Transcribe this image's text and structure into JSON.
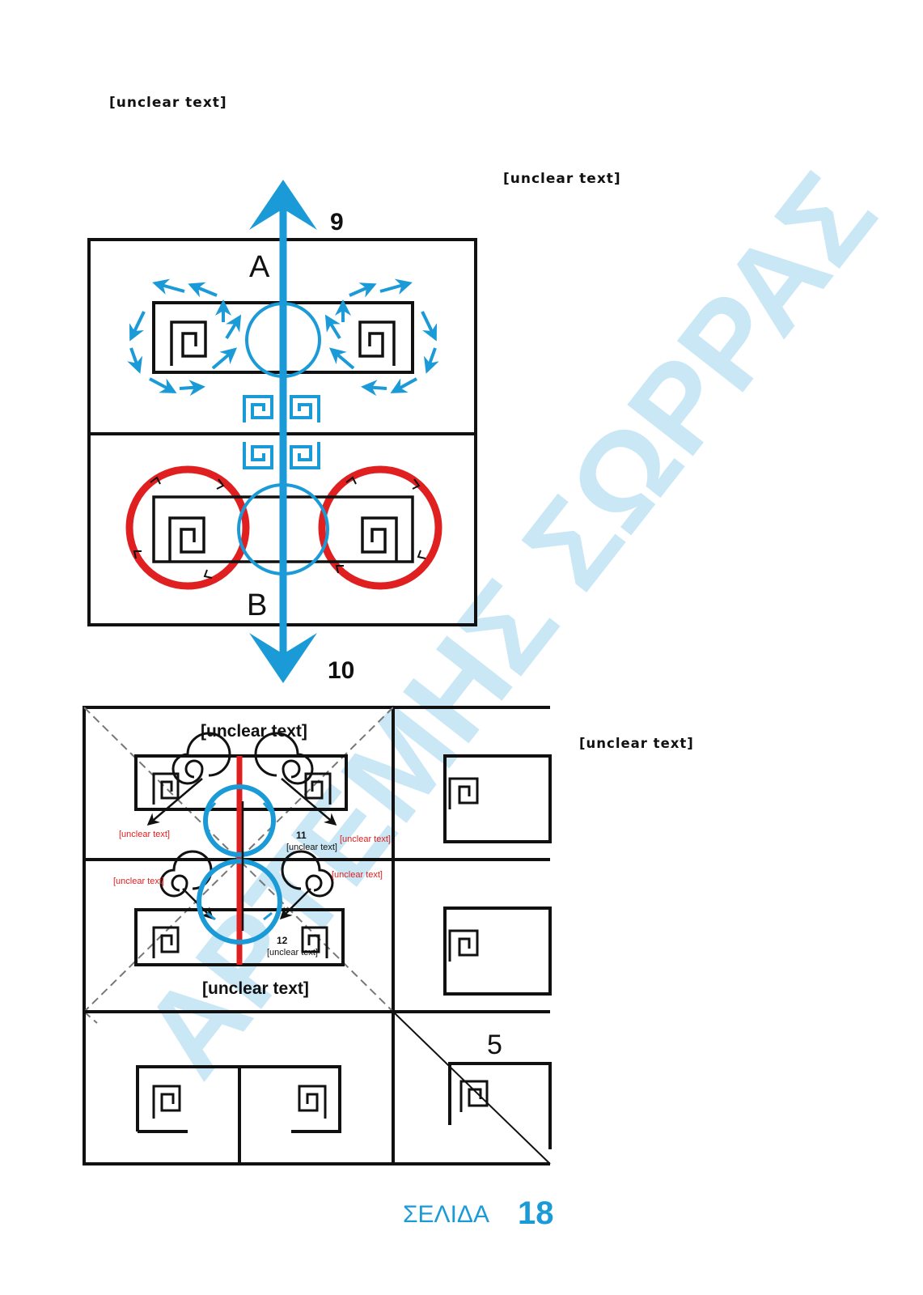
{
  "intro_text": "[unclear text]",
  "right_text_top": "[unclear text]",
  "right_text_bottom": "[unclear text]",
  "watermark": "ΑΡΤΕΜΗΣ ΣΩΡΡΑΣ",
  "figure1": {
    "arrow_up_number": "9",
    "arrow_down_number": "10",
    "label_a": "A",
    "label_b": "B"
  },
  "figure2": {
    "top_caption": "[unclear text]",
    "bottom_caption": "[unclear text]",
    "label_left_top": "[unclear text]",
    "label_right_top": "[unclear text]",
    "label_left_bottom": "[unclear text]",
    "label_right_bottom": "[unclear text]",
    "motion_11_number": "11",
    "motion_11_word": "[unclear text]",
    "motion_12_number": "12",
    "motion_12_word": "[unclear text]",
    "number_5": "5"
  },
  "footer": {
    "page_word": "ΣΕΛΙΔΑ",
    "page_number": "18"
  },
  "colors": {
    "blue": "#1a9ad6",
    "red": "#e02020",
    "black": "#111111",
    "watermark": "#9fd4ee"
  }
}
